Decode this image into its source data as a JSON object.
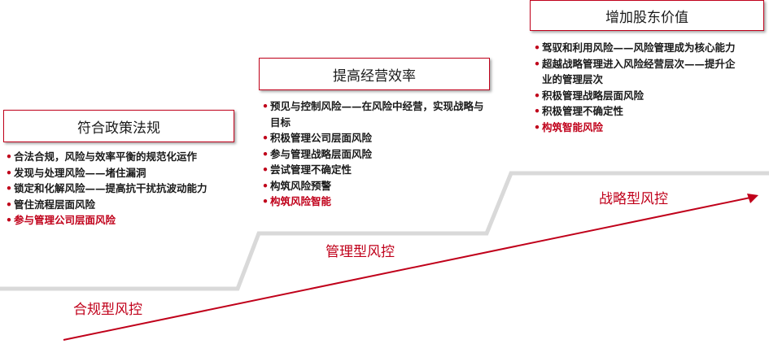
{
  "bullet_glyph": "•",
  "colors": {
    "accent": "#c0001a",
    "staircase": "#d9d9d9",
    "text": "#1a1a1a"
  },
  "stages": [
    {
      "title": "符合政策法规",
      "label": "合规型风控",
      "items": [
        {
          "text": "合法合规，风险与效率平衡的规范化运作",
          "red": false
        },
        {
          "text": "发现与处理风险——堵住漏洞",
          "red": false
        },
        {
          "text": "锁定和化解风险——提高抗干扰抗波动能力",
          "red": false
        },
        {
          "text": "管住流程层面风险",
          "red": false
        },
        {
          "text": "参与管理公司层面风险",
          "red": true
        }
      ]
    },
    {
      "title": "提高经营效率",
      "label": "管理型风控",
      "items": [
        {
          "text": "预见与控制风险——在风险中经营，实现战略与目标",
          "red": false
        },
        {
          "text": "积极管理公司层面风险",
          "red": false
        },
        {
          "text": "参与管理战略层面风险",
          "red": false
        },
        {
          "text": "尝试管理不确定性",
          "red": false
        },
        {
          "text": "构筑风险预警",
          "red": false
        },
        {
          "text": "构筑风险智能",
          "red": true
        }
      ]
    },
    {
      "title": "增加股东价值",
      "label": "战略型风控",
      "items": [
        {
          "text": "驾驭和利用风险——风险管理成为核心能力",
          "red": false
        },
        {
          "text": "超越战略管理进入风险经营层次——提升企业的管理层次",
          "red": false
        },
        {
          "text": "积极管理战略层面风险",
          "red": false
        },
        {
          "text": "积极管理不确定性",
          "red": false
        },
        {
          "text": "构筑智能风险",
          "red": true
        }
      ]
    }
  ]
}
